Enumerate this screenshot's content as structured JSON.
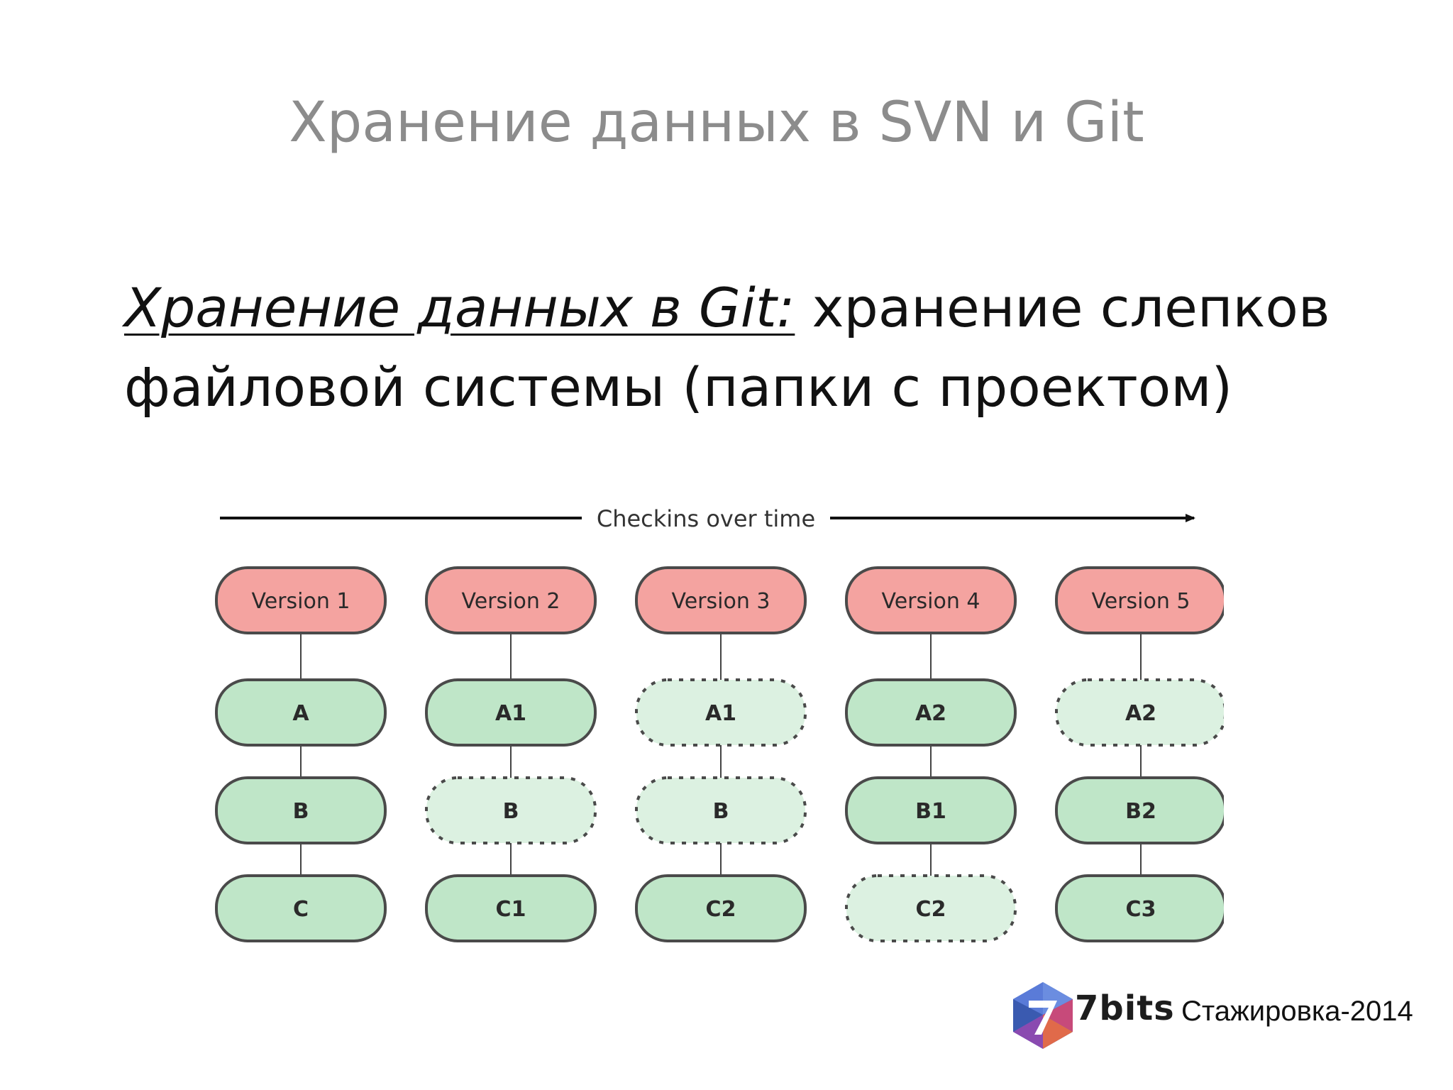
{
  "title": "Хранение данных в SVN и Git",
  "body": {
    "lead": "Хранение данных в Git:",
    "rest": " хранение слепков файловой системы (папки с проектом)"
  },
  "diagram": {
    "timeline_label": "Checkins over time",
    "versions": [
      {
        "label": "Version 1",
        "files": [
          {
            "name": "A",
            "changed": true
          },
          {
            "name": "B",
            "changed": true
          },
          {
            "name": "C",
            "changed": true
          }
        ]
      },
      {
        "label": "Version 2",
        "files": [
          {
            "name": "A1",
            "changed": true
          },
          {
            "name": "B",
            "changed": false
          },
          {
            "name": "C1",
            "changed": true
          }
        ]
      },
      {
        "label": "Version 3",
        "files": [
          {
            "name": "A1",
            "changed": false
          },
          {
            "name": "B",
            "changed": false
          },
          {
            "name": "C2",
            "changed": true
          }
        ]
      },
      {
        "label": "Version 4",
        "files": [
          {
            "name": "A2",
            "changed": true
          },
          {
            "name": "B1",
            "changed": true
          },
          {
            "name": "C2",
            "changed": false
          }
        ]
      },
      {
        "label": "Version 5",
        "files": [
          {
            "name": "A2",
            "changed": false
          },
          {
            "name": "B2",
            "changed": true
          },
          {
            "name": "C3",
            "changed": true
          }
        ]
      }
    ],
    "colors": {
      "version_fill": "#f4a3a0",
      "version_stroke": "#4a4a4a",
      "changed_fill": "#bfe6c8",
      "unchanged_fill": "#dcf1e1",
      "node_stroke": "#4a4a4a",
      "arrow": "#111111"
    }
  },
  "footer": {
    "brand": "7bits",
    "event": "Стажировка-2014"
  }
}
